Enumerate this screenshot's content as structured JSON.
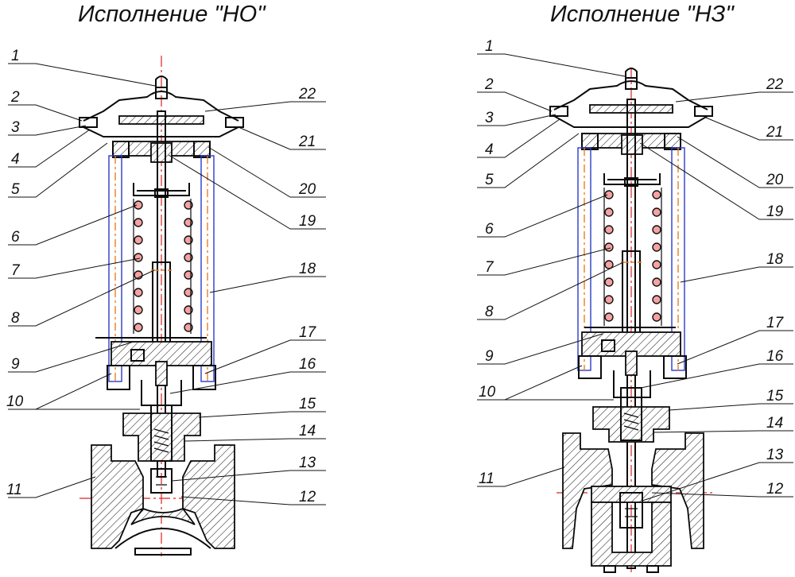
{
  "titles": {
    "left": "Исполнение \"НО\"",
    "right": "Исполнение \"НЗ\""
  },
  "left_labels": {
    "l1": "1",
    "l2": "2",
    "l3": "3",
    "l4": "4",
    "l5": "5",
    "l6": "6",
    "l7": "7",
    "l8": "8",
    "l9": "9",
    "l10": "10",
    "l11": "11",
    "r22": "22",
    "r21": "21",
    "r20": "20",
    "r19": "19",
    "r18": "18",
    "r17": "17",
    "r16": "16",
    "r15": "15",
    "r14": "14",
    "r13": "13",
    "r12": "12"
  },
  "right_labels": {
    "l1": "1",
    "l2": "2",
    "l3": "3",
    "l4": "4",
    "l5": "5",
    "l6": "6",
    "l7": "7",
    "l8": "8",
    "l9": "9",
    "l10": "10",
    "l11": "11",
    "r22": "22",
    "r21": "21",
    "r20": "20",
    "r19": "19",
    "r18": "18",
    "r17": "17",
    "r16": "16",
    "r15": "15",
    "r14": "14",
    "r13": "13",
    "r12": "12"
  }
}
